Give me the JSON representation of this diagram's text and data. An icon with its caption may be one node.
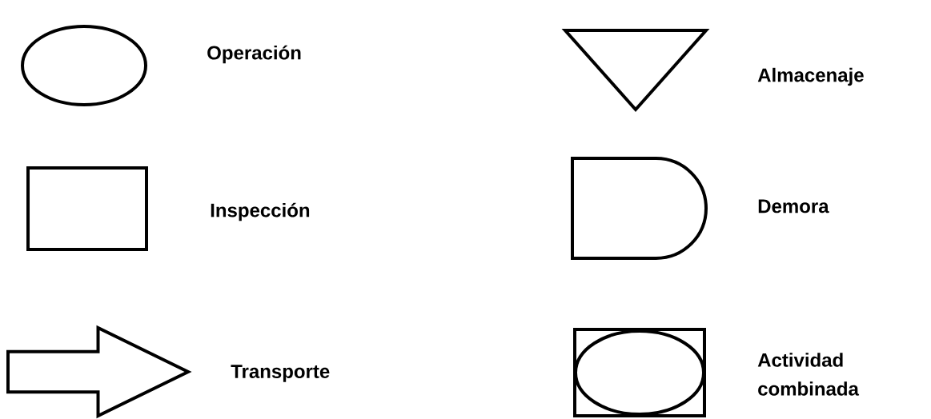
{
  "diagram": {
    "nodes": [
      {
        "text": [],
        "shape": "circle",
        "beside": [
          "Operación"
        ]
      },
      {
        "text": [],
        "shape": "triangle",
        "beside": [
          "Almacenaje"
        ]
      },
      {
        "text": [],
        "shape": "square",
        "beside": [
          "Inspección"
        ]
      },
      {
        "text": [],
        "shape": "d-shape",
        "beside": [
          "Demora"
        ]
      },
      {
        "text": [],
        "shape": "arrow",
        "beside": [
          "Transporte"
        ]
      },
      {
        "text": [],
        "shape": "circle-in-square",
        "beside": [
          "Actividad combinada"
        ]
      }
    ]
  }
}
